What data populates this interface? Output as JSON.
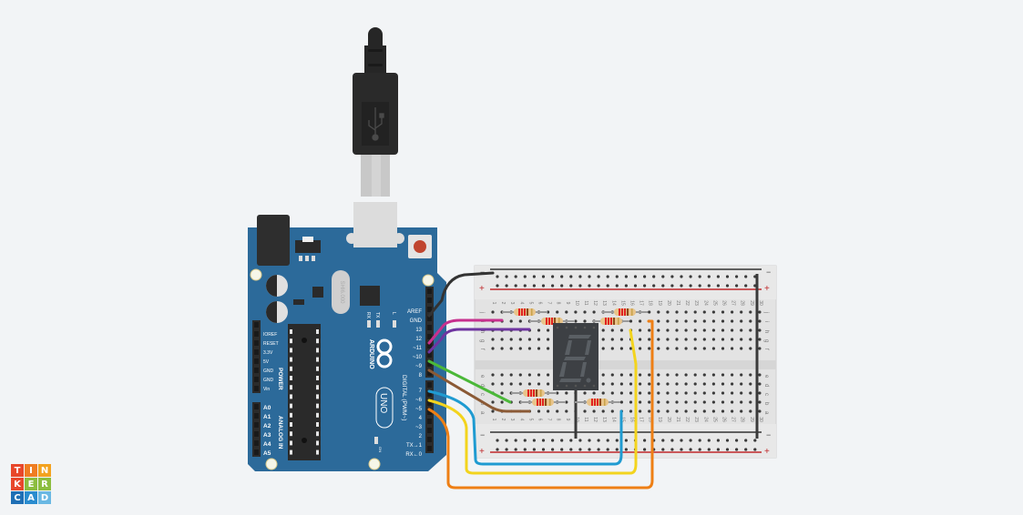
{
  "app": {
    "name": "Tinkercad",
    "logo_letters": [
      "T",
      "I",
      "N",
      "K",
      "E",
      "R",
      "C",
      "A",
      "D"
    ],
    "logo_colors": [
      "#e8472b",
      "#ef7d22",
      "#f3a21f",
      "#e8472b",
      "#8cbd3f",
      "#8cbd3f",
      "#1f6fb5",
      "#2a8ccf",
      "#6ab8e3"
    ]
  },
  "board": {
    "name": "ARDUINO",
    "model": "UNO",
    "crystal_label": "SHI6.000",
    "led_labels": [
      "RX",
      "TX",
      "L"
    ],
    "on_label": "ON",
    "power_header_title": "POWER",
    "power_pins": [
      "IOREF",
      "RESET",
      "3.3V",
      "5V",
      "GND",
      "GND",
      "Vin"
    ],
    "analog_header_title": "ANALOG IN",
    "analog_pins": [
      "A0",
      "A1",
      "A2",
      "A3",
      "A4",
      "A5"
    ],
    "digital_header_title": "DIGITAL (PWM~)",
    "digital_pins_top": [
      "AREF",
      "GND",
      "13",
      "12",
      "~11",
      "~10",
      "~9",
      "8"
    ],
    "digital_pins_bottom": [
      "7",
      "~6",
      "~5",
      "4",
      "~3",
      "2",
      "TX→1",
      "RX←0"
    ],
    "colors": {
      "pcb": "#2c6a9a",
      "header": "#2b2b2b",
      "chip": "#2a2a2a",
      "reset": "#c0452f"
    }
  },
  "usb_cable": {
    "icon": "usb-icon"
  },
  "breadboard": {
    "columns": [
      "1",
      "2",
      "3",
      "4",
      "5",
      "6",
      "7",
      "8",
      "9",
      "10",
      "11",
      "12",
      "13",
      "14",
      "15",
      "16",
      "17",
      "18",
      "19",
      "20",
      "21",
      "22",
      "23",
      "24",
      "25",
      "26",
      "27",
      "28",
      "29",
      "30"
    ],
    "rows_top": [
      "j",
      "i",
      "h",
      "g",
      "f"
    ],
    "rows_bottom": [
      "e",
      "d",
      "c",
      "b",
      "a"
    ],
    "rail_minus": "−",
    "rail_plus": "+"
  },
  "display": {
    "type": "7-segment",
    "shown_digit": "8"
  },
  "wires": [
    {
      "from": "GND",
      "color": "#333333"
    },
    {
      "from": "~11",
      "color": "#c7308e"
    },
    {
      "from": "~10",
      "color": "#6f35a0"
    },
    {
      "from": "~9",
      "color": "#4bb839"
    },
    {
      "from": "8",
      "color": "#8b5a36"
    },
    {
      "from": "7",
      "color": "#1f9bd1"
    },
    {
      "from": "~6",
      "color": "#f3d41e"
    },
    {
      "from": "~5",
      "color": "#ee7f15"
    }
  ]
}
